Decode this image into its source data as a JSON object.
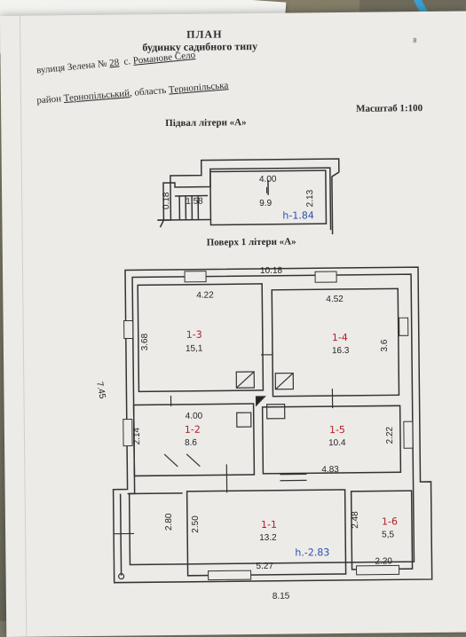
{
  "document": {
    "title": "ПЛАН",
    "subtitle": "будинку садибного типу",
    "page_marker": "8",
    "address_line1_prefix": "вулиця Зелена №",
    "house_number": "28",
    "settlement_prefix": "с.",
    "settlement": "Романове Село",
    "address_line2_prefix": "район",
    "district": "Тернопільський",
    "region_prefix": ", область",
    "region": "Тернопільська",
    "scale": "Масштаб 1:100",
    "basement_heading": "Підвал літери «А»",
    "floor1_heading": "Поверх 1 літери «А»"
  },
  "basement": {
    "width": "4.00",
    "room_number": "I",
    "area": "9.9",
    "stair_dim": "1.58",
    "side_dim_left": "0.18",
    "side_dim_right": "2.13",
    "height_note": "h-1.84"
  },
  "floor1": {
    "overall_width": "10.18",
    "overall_depth": "7.45",
    "bottom_width": "8.15",
    "height_note": "h.-2.83",
    "rooms": [
      {
        "id": "1-3",
        "area": "15,1",
        "width": "4.22",
        "depth": "3.68"
      },
      {
        "id": "1-4",
        "area": "16.3",
        "width": "4.52",
        "depth": "3.6"
      },
      {
        "id": "1-2",
        "area": "8.6",
        "width": "4.00",
        "depth": "2.14"
      },
      {
        "id": "1-5",
        "area": "10.4",
        "width": "4.83",
        "depth": "2.22"
      },
      {
        "id": "1-1",
        "area": "13.2",
        "width": "5.27",
        "depth": "2.50"
      },
      {
        "id": "1-6",
        "area": "5,5",
        "width": "2.20",
        "depth": "2.48"
      }
    ],
    "porch_dim": "2.80"
  }
}
